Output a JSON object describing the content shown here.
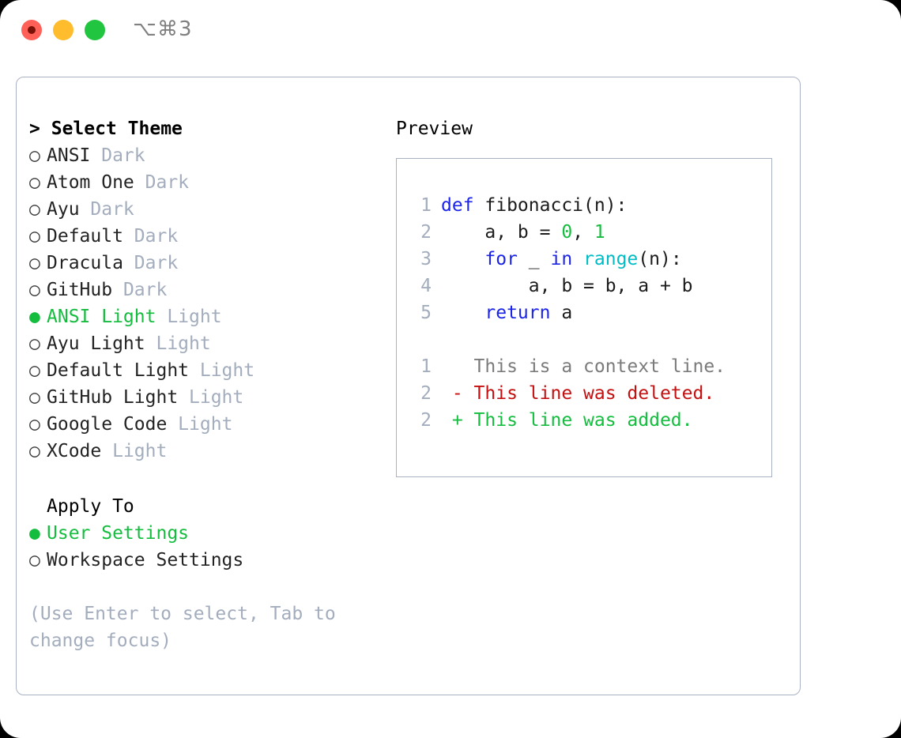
{
  "titlebar": {
    "shortcut": "⌥⌘3",
    "buttons": {
      "close": "close",
      "minimize": "minimize",
      "zoom": "zoom"
    }
  },
  "left": {
    "header": {
      "caret": ">",
      "label": "Select Theme"
    },
    "themes": [
      {
        "marker": "○",
        "name": "ANSI",
        "kind": "Dark",
        "selected": false
      },
      {
        "marker": "○",
        "name": "Atom One",
        "kind": "Dark",
        "selected": false
      },
      {
        "marker": "○",
        "name": "Ayu",
        "kind": "Dark",
        "selected": false
      },
      {
        "marker": "○",
        "name": "Default",
        "kind": "Dark",
        "selected": false
      },
      {
        "marker": "○",
        "name": "Dracula",
        "kind": "Dark",
        "selected": false
      },
      {
        "marker": "○",
        "name": "GitHub",
        "kind": "Dark",
        "selected": false
      },
      {
        "marker": "●",
        "name": "ANSI Light",
        "kind": "Light",
        "selected": true
      },
      {
        "marker": "○",
        "name": "Ayu Light",
        "kind": "Light",
        "selected": false
      },
      {
        "marker": "○",
        "name": "Default Light",
        "kind": "Light",
        "selected": false
      },
      {
        "marker": "○",
        "name": "GitHub Light",
        "kind": "Light",
        "selected": false
      },
      {
        "marker": "○",
        "name": "Google Code",
        "kind": "Light",
        "selected": false
      },
      {
        "marker": "○",
        "name": "XCode",
        "kind": "Light",
        "selected": false
      }
    ],
    "apply_to": {
      "header": "Apply To",
      "options": [
        {
          "marker": "●",
          "label": "User Settings",
          "selected": true
        },
        {
          "marker": "○",
          "label": "Workspace Settings",
          "selected": false
        }
      ]
    },
    "hint": "(Use Enter to select, Tab to change focus)"
  },
  "right": {
    "preview_title": "Preview",
    "code": {
      "lines": [
        {
          "no": "1",
          "tokens": [
            {
              "t": "def",
              "c": "kw"
            },
            {
              "t": " fibonacci(n):",
              "c": "plain"
            }
          ]
        },
        {
          "no": "2",
          "tokens": [
            {
              "t": "    a, b = ",
              "c": "plain"
            },
            {
              "t": "0",
              "c": "num"
            },
            {
              "t": ", ",
              "c": "plain"
            },
            {
              "t": "1",
              "c": "num"
            }
          ]
        },
        {
          "no": "3",
          "tokens": [
            {
              "t": "    ",
              "c": "plain"
            },
            {
              "t": "for",
              "c": "kw"
            },
            {
              "t": " _ ",
              "c": "plain"
            },
            {
              "t": "in",
              "c": "kw"
            },
            {
              "t": " ",
              "c": "plain"
            },
            {
              "t": "range",
              "c": "fn"
            },
            {
              "t": "(n):",
              "c": "plain"
            }
          ]
        },
        {
          "no": "4",
          "tokens": [
            {
              "t": "        a, b = b, a + b",
              "c": "plain"
            }
          ]
        },
        {
          "no": "5",
          "tokens": [
            {
              "t": "    ",
              "c": "plain"
            },
            {
              "t": "return",
              "c": "kw"
            },
            {
              "t": " a",
              "c": "plain"
            }
          ]
        }
      ]
    },
    "diff": {
      "lines": [
        {
          "no": "1",
          "sign": " ",
          "text": "This is a context line.",
          "kind": "ctx"
        },
        {
          "no": "2",
          "sign": "-",
          "text": "This line was deleted.",
          "kind": "del"
        },
        {
          "no": "2",
          "sign": "+",
          "text": "This line was added.",
          "kind": "add"
        }
      ]
    }
  },
  "colors": {
    "accent_green": "#15bd3f",
    "muted": "#a3adbd",
    "border": "#a9b2c3",
    "keyword_blue": "#1b24e8",
    "function_cyan": "#00bcc4",
    "diff_delete_red": "#c41010",
    "traffic_red": "#ff6159",
    "traffic_yellow": "#ffbd2e",
    "traffic_green": "#22c53f"
  }
}
